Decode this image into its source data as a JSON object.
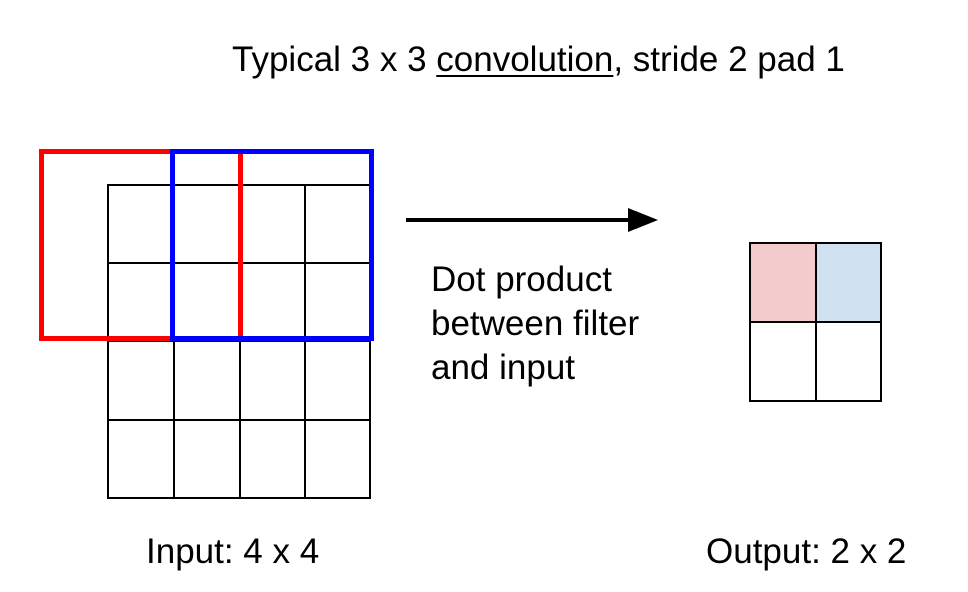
{
  "title": {
    "prefix": "Typical 3 x 3 ",
    "link": "convolution",
    "suffix": ", stride 2 pad 1"
  },
  "arrow_text": {
    "line1": "Dot product",
    "line2": "between filter",
    "line3": "and input"
  },
  "input_caption": "Input: 4 x 4",
  "output_caption": "Output: 2 x 2",
  "colors": {
    "filter_red": "#ff0000",
    "filter_blue": "#0000ff",
    "output_red_fill": "#f2cccc",
    "output_blue_fill": "#cfe1f0"
  }
}
